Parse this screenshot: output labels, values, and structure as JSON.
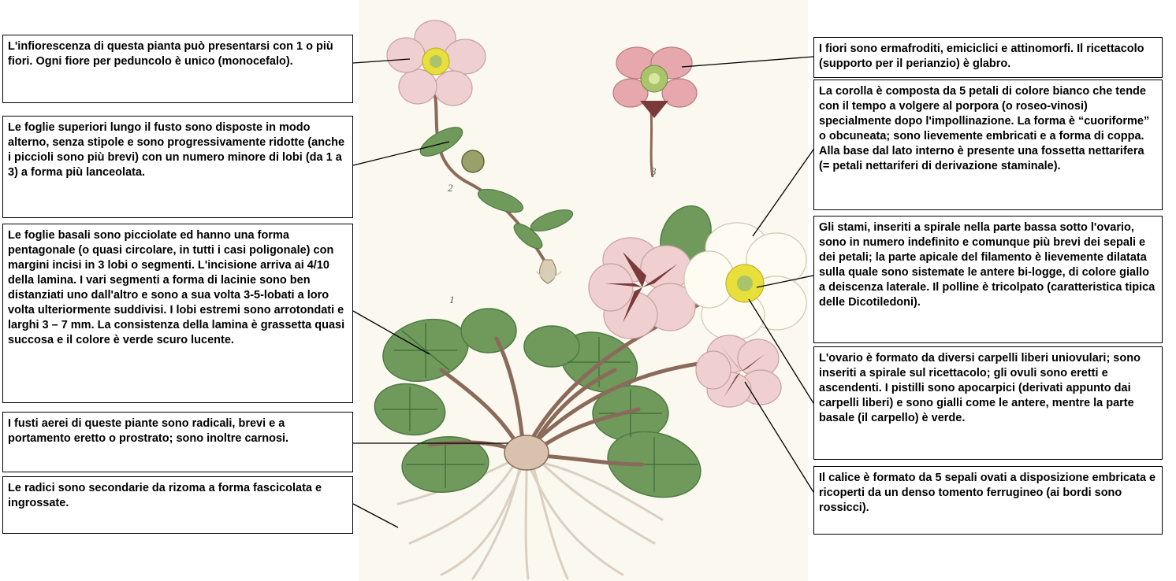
{
  "figure_numbers": [
    "1",
    "2",
    "3"
  ],
  "annotations": {
    "left": [
      "L'infiorescenza di questa pianta può presentarsi con 1 o più fiori. Ogni fiore per peduncolo è unico (monocefalo).",
      "Le foglie superiori lungo il fusto sono disposte in modo alterno, senza stipole e sono progressivamente ridotte (anche i piccioli sono più brevi) con un numero minore di lobi (da 1 a 3) a forma più lanceolata.",
      "Le foglie basali sono picciolate ed hanno una forma pentagonale (o quasi circolare, in tutti i casi poligonale) con margini incisi in 3 lobi o segmenti. L'incisione arriva ai 4/10 della lamina. I vari segmenti a forma di lacinie sono ben distanziati uno dall'altro e sono a sua volta 3-5-lobati a loro volta ulteriormente suddivisi. I lobi estremi sono arrotondati e larghi 3 – 7 mm. La consistenza della lamina è grassetta quasi succosa e il colore è verde scuro lucente.",
      "I fusti aerei di queste piante sono radicali, brevi e a portamento eretto o prostrato; sono inoltre carnosi.",
      "Le radici sono secondarie da rizoma a forma fascicolata e ingrossate."
    ],
    "right": [
      "I fiori sono ermafroditi, emiciclici e attinomorfi. Il ricettacolo (supporto per il perianzio) è glabro.",
      "La corolla è composta da 5 petali di colore bianco che tende con il tempo a volgere al porpora (o roseo-vinosi) specialmente dopo l'impollinazione. La forma è “cuoriforme” o obcuneata; sono lievemente embricati e a forma di coppa. Alla base dal lato interno è presente una fossetta nettarifera (= petali nettariferi di derivazione staminale).",
      "Gli stami, inseriti a spirale nella parte bassa sotto l'ovario, sono in numero indefinito e comunque più brevi dei sepali e dei petali; la parte apicale del filamento è lievemente dilatata sulla quale sono sistemate le antere bi-logge, di colore giallo a deiscenza laterale. Il polline è tricolpato (caratteristica tipica delle Dicotiledoni).",
      "L'ovario è formato da diversi carpelli liberi uniovulari; sono inseriti a spirale sul ricettacolo; gli ovuli sono eretti e ascendenti. I pistilli sono apocarpici (derivati appunto dai carpelli liberi) e sono gialli come le antere, mentre la parte basale (il carpello) è verde.",
      "Il calice è formato da 5 sepali ovati a disposizione embricata e ricoperti da un denso tomento ferrugineo (ai bordi sono rossicci)."
    ]
  },
  "colors": {
    "leaf": "#6f9a5c",
    "leaf_dark": "#4f7a44",
    "stem": "#8a6a5a",
    "petal_pink": "#efcfcf",
    "petal_white": "#fdfbf2",
    "sepal": "#7a3a3a",
    "center_yellow": "#e9df3a",
    "receptacle_green": "#a9c46a",
    "root": "#d9d0c2",
    "parchment": "#fbf8ef"
  }
}
